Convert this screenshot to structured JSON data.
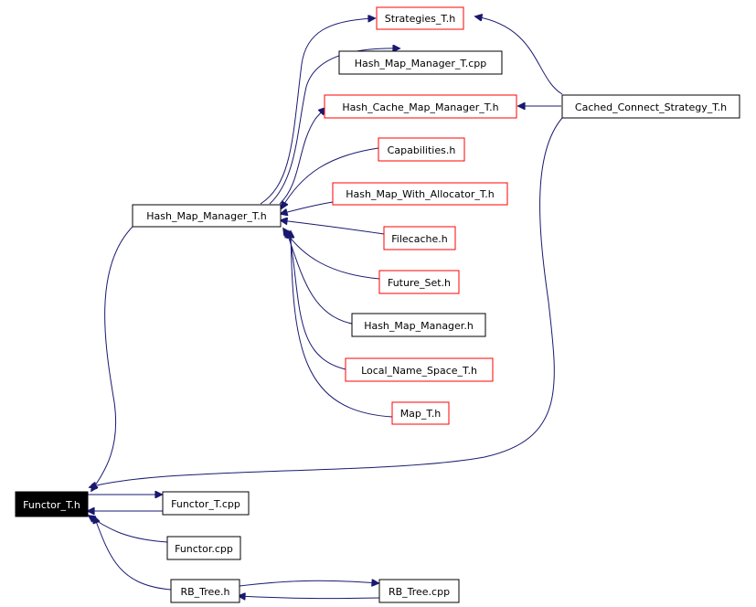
{
  "colors": {
    "edge": "#191970",
    "red_border": "#ff0000",
    "black_border": "#000000",
    "root_fill": "#000000",
    "root_text": "#ffffff"
  },
  "nodes": {
    "strategies": "Strategies_T.h",
    "hash_map_manager_cpp": "Hash_Map_Manager_T.cpp",
    "hash_cache_map_manager": "Hash_Cache_Map_Manager_T.h",
    "cached_connect_strategy": "Cached_Connect_Strategy_T.h",
    "capabilities": "Capabilities.h",
    "hash_map_manager_h": "Hash_Map_Manager_T.h",
    "hash_map_with_allocator": "Hash_Map_With_Allocator_T.h",
    "filecache": "Filecache.h",
    "future_set": "Future_Set.h",
    "hash_map_manager_plain": "Hash_Map_Manager.h",
    "local_name_space": "Local_Name_Space_T.h",
    "map_t": "Map_T.h",
    "functor_t_h": "Functor_T.h",
    "functor_t_cpp": "Functor_T.cpp",
    "functor_cpp": "Functor.cpp",
    "rb_tree_h": "RB_Tree.h",
    "rb_tree_cpp": "RB_Tree.cpp"
  }
}
